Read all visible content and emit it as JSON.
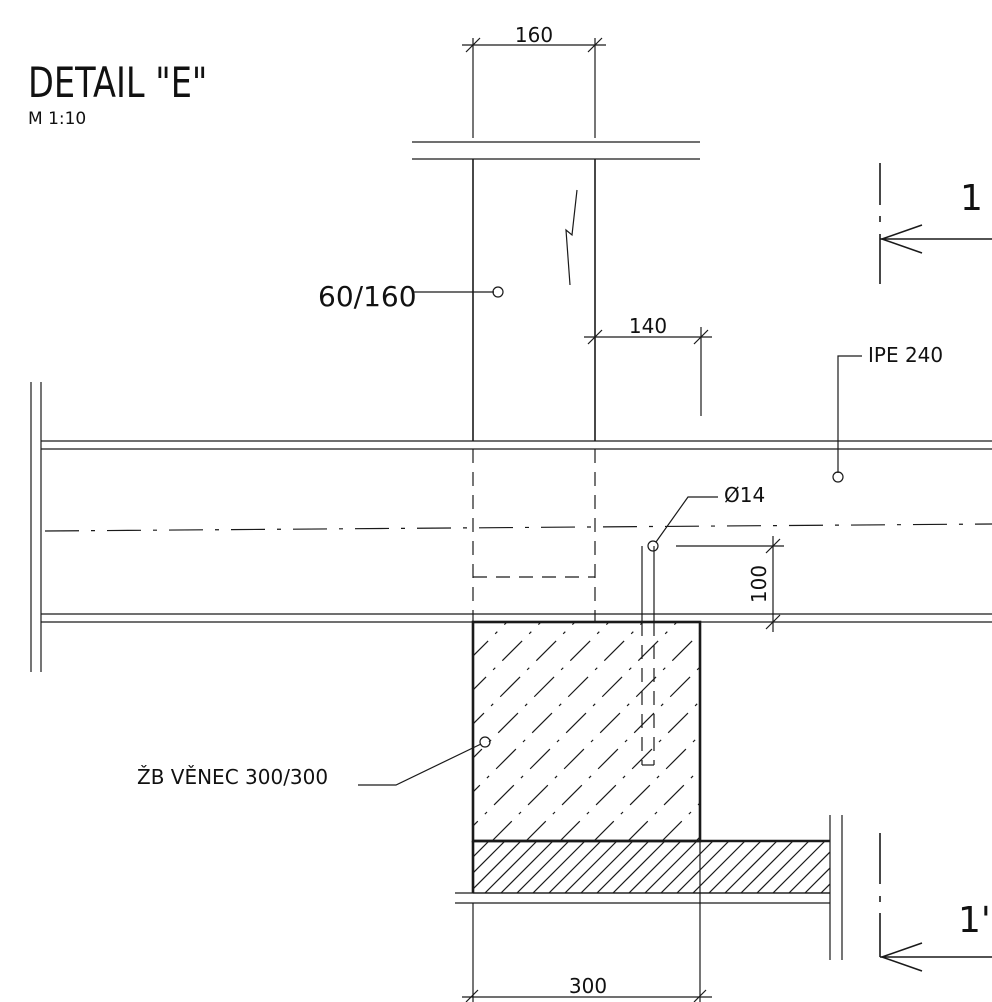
{
  "title": "DETAIL \"E\"",
  "scale": "M 1:10",
  "labels": {
    "timber": "60/160",
    "beam": "IPE 240",
    "rod": "Ø14",
    "ring_beam": "ŽB VĚNEC 300/300"
  },
  "dimensions": {
    "top_width": "160",
    "offset": "140",
    "height": "100",
    "bottom_width": "300"
  },
  "section_marks": {
    "upper": "1",
    "lower": "1'"
  },
  "colors": {
    "line": "#1a1a1a",
    "background": "#ffffff"
  }
}
